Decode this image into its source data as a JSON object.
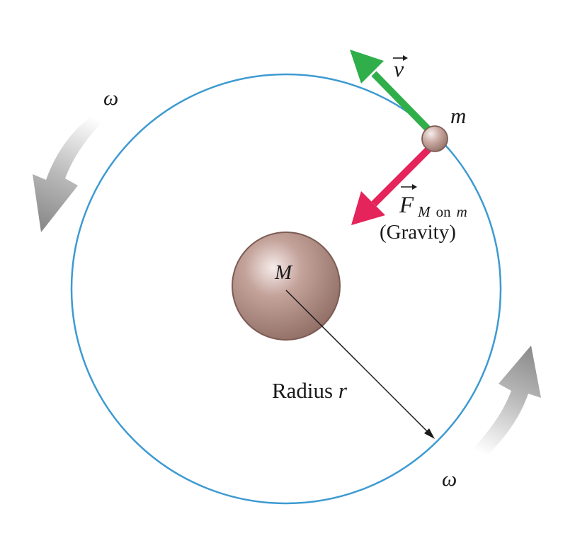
{
  "labels": {
    "omega_top": "ω",
    "omega_bottom": "ω",
    "small_mass": "m",
    "large_mass": "M",
    "velocity_symbol": "v",
    "force_symbol": "F",
    "force_subscript_M": "M",
    "force_subscript_on": "on",
    "force_subscript_m": "m",
    "gravity_caption": "(Gravity)",
    "radius_text": "Radius",
    "radius_symbol": "r"
  },
  "colors": {
    "orbit": "#3d9ad1",
    "velocity_arrow": "#2fae4a",
    "force_arrow": "#e4245a",
    "rotation_arrow": "#8c8c8c",
    "mass_fill": "#b08f86",
    "radius_line": "#1a1a1a"
  },
  "icons": {
    "rotation": "curved-arrow-icon",
    "vector": "vector-arrow-icon"
  }
}
